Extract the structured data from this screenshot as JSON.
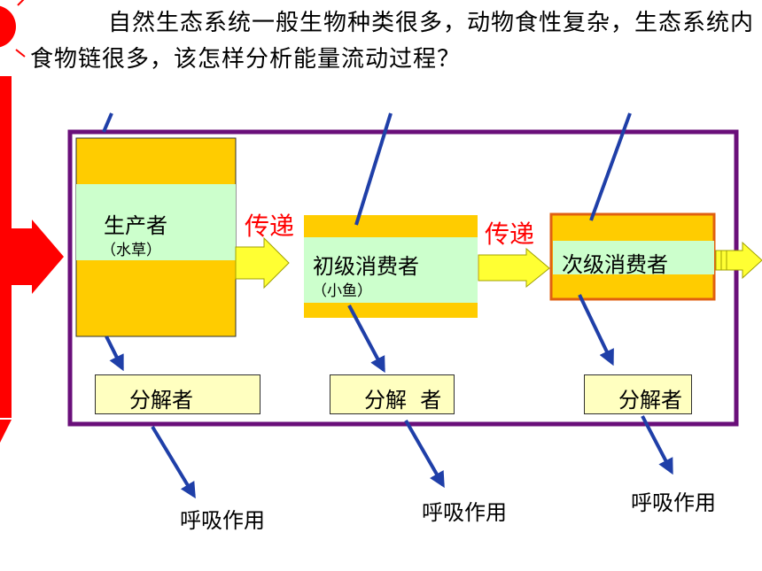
{
  "question": "自然生态系统一般生物种类很多，动物食性复杂，生态系统内食物链很多，该怎样分析能量流动过程？",
  "levels": [
    {
      "name": "生产者",
      "sub": "（水草）"
    },
    {
      "name": "初级消费者",
      "sub": "（小鱼）"
    },
    {
      "name": "次级消费者"
    }
  ],
  "transfers": [
    "传递",
    "传递"
  ],
  "decomposers": [
    "分解者",
    "分解  者",
    "分解者"
  ],
  "respiration": [
    "呼吸作用",
    "呼吸作用",
    "呼吸作用"
  ],
  "colors": {
    "ecosystem_border": "#6a0f7a",
    "level_fill": "#ffcc00",
    "level_band": "#ccffcc",
    "transfer_arrow": "#ffff33",
    "energy_flow_arrow": "#1f3fa8",
    "sun": "#ff0000",
    "transfer_text": "#ff0000",
    "decomposer_fill": "#ffffc0"
  }
}
